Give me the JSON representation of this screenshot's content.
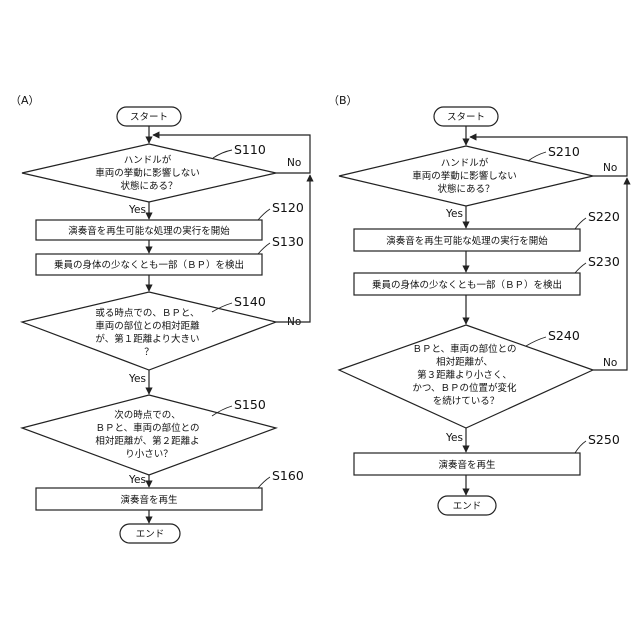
{
  "panelA": {
    "label": "（A）",
    "start": "スタート",
    "s110": {
      "id": "S110",
      "lines": [
        "ハンドルが",
        "車両の挙動に影響しない",
        "状態にある？"
      ],
      "no": "No",
      "yes": "Yes"
    },
    "s120": {
      "id": "S120",
      "text": "演奏音を再生可能な処理の実行を開始"
    },
    "s130": {
      "id": "S130",
      "text": "乗員の身体の少なくとも一部（ＢＰ）を検出"
    },
    "s140": {
      "id": "S140",
      "lines": [
        "或る時点での、ＢＰと、",
        "車両の部位との相対距離",
        "が、第１距離より大きい",
        "？"
      ],
      "no": "No",
      "yes": "Yes"
    },
    "s150": {
      "id": "S150",
      "lines": [
        "次の時点での、",
        "ＢＰと、車両の部位との",
        "相対距離が、第２距離よ",
        "り小さい？"
      ],
      "yes": "Yes"
    },
    "s160": {
      "id": "S160",
      "text": "演奏音を再生"
    },
    "end": "エンド"
  },
  "panelB": {
    "label": "（B）",
    "start": "スタート",
    "s210": {
      "id": "S210",
      "lines": [
        "ハンドルが",
        "車両の挙動に影響しない",
        "状態にある？"
      ],
      "no": "No",
      "yes": "Yes"
    },
    "s220": {
      "id": "S220",
      "text": "演奏音を再生可能な処理の実行を開始"
    },
    "s230": {
      "id": "S230",
      "text": "乗員の身体の少なくとも一部（ＢＰ）を検出"
    },
    "s240": {
      "id": "S240",
      "lines": [
        "ＢＰと、車両の部位との",
        "相対距離が、",
        "第３距離より小さく、",
        "かつ、ＢＰの位置が変化",
        "を続けている？"
      ],
      "no": "No",
      "yes": "Yes"
    },
    "s250": {
      "id": "S250",
      "text": "演奏音を再生"
    },
    "end": "エンド"
  }
}
